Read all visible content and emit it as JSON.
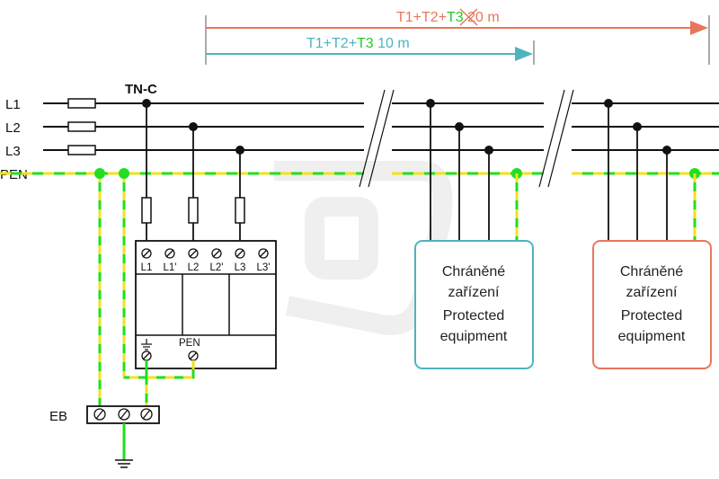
{
  "ranges": {
    "long": {
      "t1": "T1",
      "t2": "T2",
      "t3": "T3",
      "length": "20 m",
      "color": "#e8765c"
    },
    "short": {
      "t1": "T1",
      "t2": "T2",
      "t3": "T3",
      "length": "10 m",
      "color": "#4fb3bf"
    }
  },
  "conductors": {
    "l1": "L1",
    "l2": "L2",
    "l3": "L3",
    "pen": "PEN"
  },
  "network_type": "TN-C",
  "arrester": {
    "terminals": [
      "L1",
      "L1'",
      "L2",
      "L2'",
      "L3",
      "L3'"
    ],
    "pen_terminal": "PEN"
  },
  "earth_bar": "EB",
  "equipment_near": {
    "line1": "Chráněné",
    "line2": "zařízení",
    "line3": "Protected",
    "line4": "equipment",
    "border": "#4fb3bf"
  },
  "equipment_far": {
    "line1": "Chráněné",
    "line2": "zařízení",
    "line3": "Protected",
    "line4": "equipment",
    "border": "#e8765c"
  },
  "colors": {
    "pe_green": "#22dd22",
    "pe_yellow": "#f2e21e",
    "t3_green": "#22cc22",
    "t3_cross": "#e8765c"
  }
}
